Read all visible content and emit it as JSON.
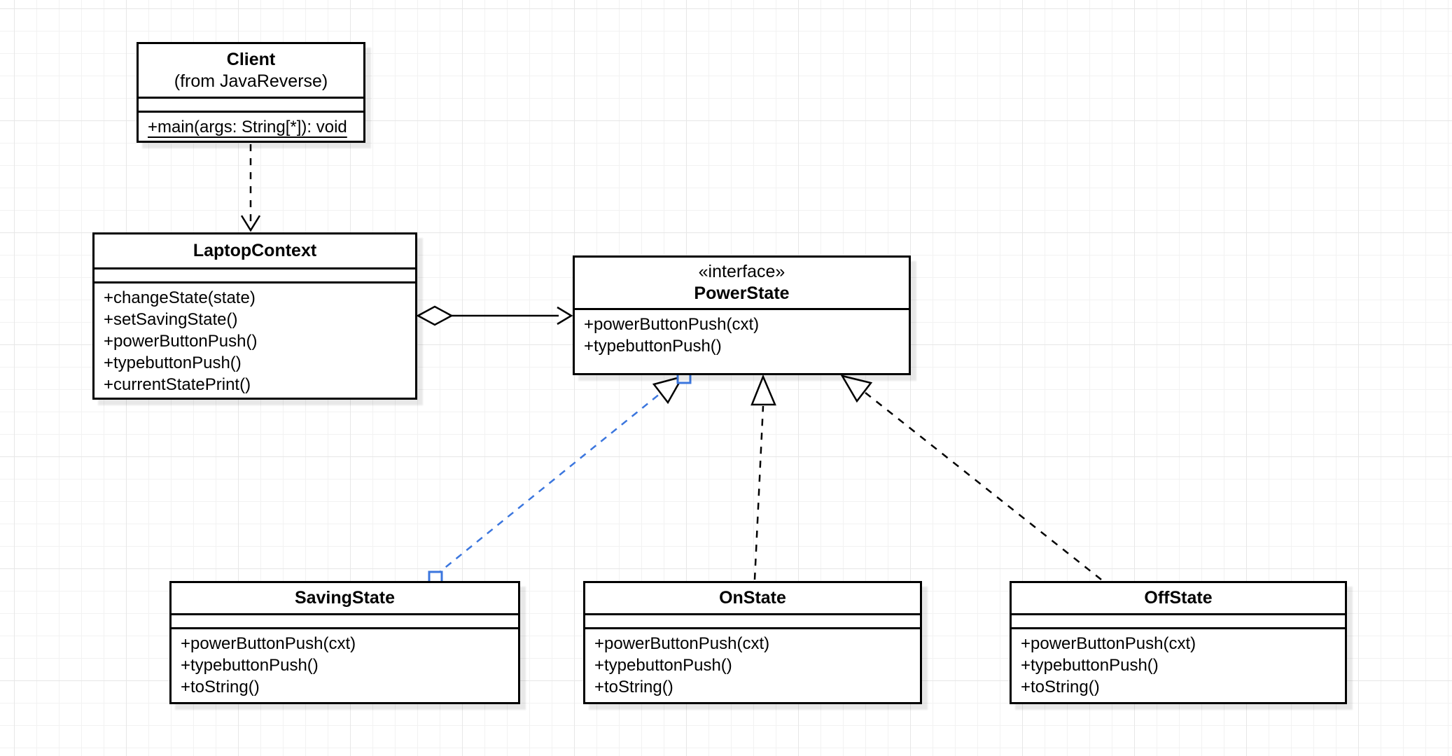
{
  "diagram": {
    "classes": {
      "client": {
        "name": "Client",
        "subtitle": "(from JavaReverse)",
        "methods": [
          "+main(args: String[*]): void"
        ]
      },
      "laptop_context": {
        "name": "LaptopContext",
        "methods": [
          "+changeState(state)",
          "+setSavingState()",
          "+powerButtonPush()",
          "+typebuttonPush()",
          "+currentStatePrint()"
        ]
      },
      "power_state": {
        "stereotype": "«interface»",
        "name": "PowerState",
        "methods": [
          "+powerButtonPush(cxt)",
          "+typebuttonPush()"
        ]
      },
      "saving_state": {
        "name": "SavingState",
        "methods": [
          "+powerButtonPush(cxt)",
          "+typebuttonPush()",
          "+toString()"
        ]
      },
      "on_state": {
        "name": "OnState",
        "methods": [
          "+powerButtonPush(cxt)",
          "+typebuttonPush()",
          "+toString()"
        ]
      },
      "off_state": {
        "name": "OffState",
        "methods": [
          "+powerButtonPush(cxt)",
          "+typebuttonPush()",
          "+toString()"
        ]
      }
    },
    "edges": [
      {
        "type": "dependency",
        "from": "Client",
        "to": "LaptopContext",
        "line": "dashed",
        "head": "open-arrow"
      },
      {
        "type": "aggregation",
        "from": "LaptopContext",
        "to": "PowerState",
        "line": "solid",
        "head": "open-arrow",
        "tail": "hollow-diamond"
      },
      {
        "type": "realization",
        "from": "SavingState",
        "to": "PowerState",
        "line": "dashed",
        "head": "hollow-triangle",
        "selected": true
      },
      {
        "type": "realization",
        "from": "OnState",
        "to": "PowerState",
        "line": "dashed",
        "head": "hollow-triangle"
      },
      {
        "type": "realization",
        "from": "OffState",
        "to": "PowerState",
        "line": "dashed",
        "head": "hollow-triangle"
      }
    ],
    "colors": {
      "stroke": "#000000",
      "node_fill": "#ffffff",
      "selection_blue": "#3b76de",
      "grid_minor": "#f2f2f2",
      "grid_major": "#e7e7e7",
      "background": "#ffffff"
    }
  }
}
